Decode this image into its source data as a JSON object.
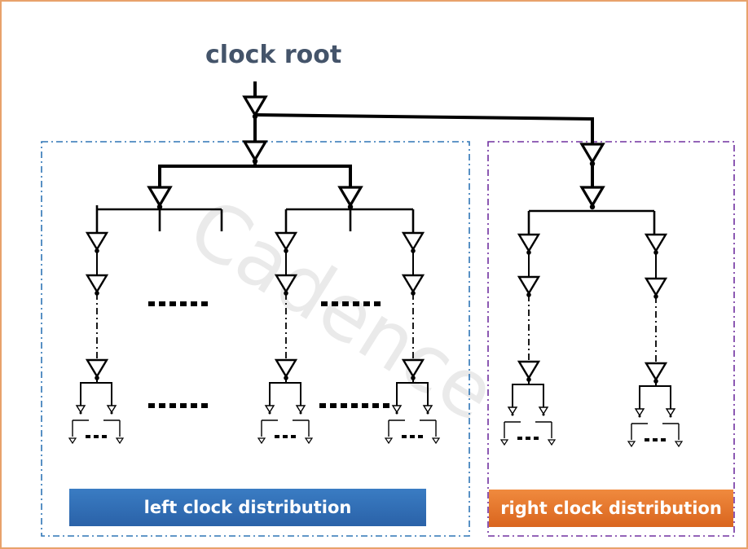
{
  "title": "clock root",
  "left_label": "left clock distribution",
  "right_label": "right clock distribution",
  "watermark": "Cadence",
  "colors": {
    "title": "#44546a",
    "left_region_border": "#2e75b6",
    "right_region_border": "#7030a0",
    "left_label_bg": "#2e6db4",
    "right_label_bg": "#e8732a",
    "frame": "#e8a26b"
  },
  "ellipsis_marks": [
    "......",
    "......",
    "......",
    "......",
    "......",
    "......"
  ]
}
